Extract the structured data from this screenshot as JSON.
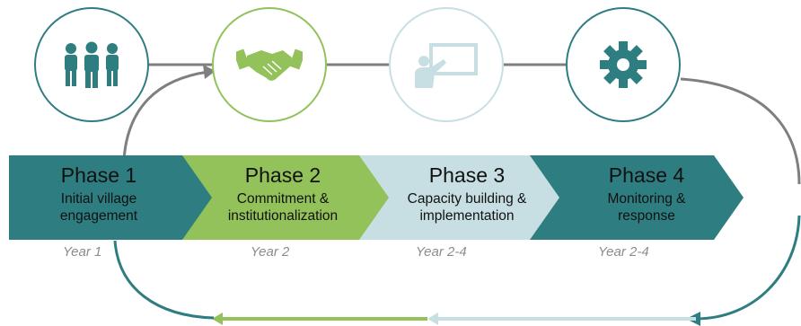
{
  "phases": [
    {
      "title": "Phase 1",
      "description_line1": "Initial village",
      "description_line2": "engagement",
      "year": "Year 1",
      "icon": "people-icon",
      "color": "#2e7d80"
    },
    {
      "title": "Phase 2",
      "description_line1": "Commitment &",
      "description_line2": "institutionalization",
      "year": "Year 2",
      "icon": "handshake-icon",
      "color": "#93c15a"
    },
    {
      "title": "Phase 3",
      "description_line1": "Capacity building &",
      "description_line2": "implementation",
      "year": "Year 2-4",
      "icon": "presentation-icon",
      "color": "#c7dfe3"
    },
    {
      "title": "Phase 4",
      "description_line1": "Monitoring &",
      "description_line2": "response",
      "year": "Year 2-4",
      "icon": "gear-icon",
      "color": "#2e7d80"
    }
  ],
  "colors": {
    "teal": "#2e7d80",
    "green": "#93c15a",
    "light_blue": "#c7dfe3",
    "gray": "#7f7f7f"
  }
}
